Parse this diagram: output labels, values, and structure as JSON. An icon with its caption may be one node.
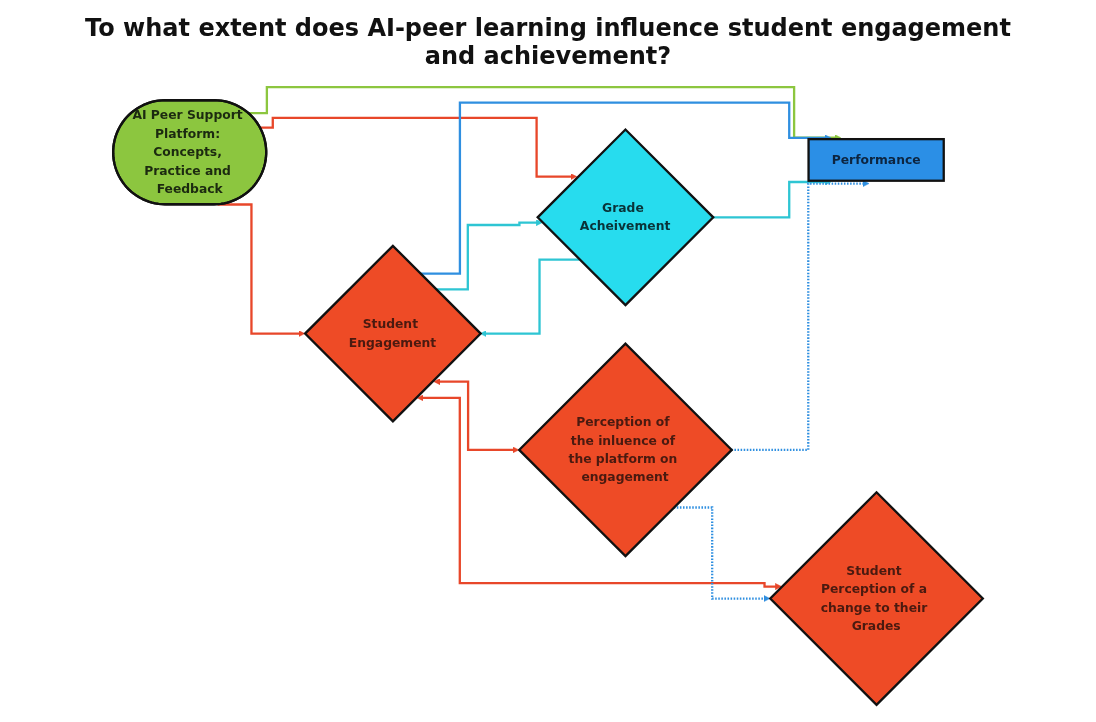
{
  "diagram": {
    "title": "To what extent does AI-peer learning influence student engagement and achievement?",
    "nodes": [
      {
        "text": [
          "Perception of the inluence of the platform on engagement"
        ]
      },
      {
        "text": [
          "Student Engagement"
        ]
      },
      {
        "text": [
          "Student Perception of a change to their Grades"
        ]
      },
      {
        "text": [
          "AI Peer Support Platform: Concepts, Practice and Feedback"
        ]
      },
      {
        "text": [
          "Performance"
        ]
      },
      {
        "text": [
          "Grade Acheivement"
        ]
      }
    ],
    "edges": [
      {
        "from": 3,
        "to": 1,
        "arrow": "to",
        "color": "#e8472a"
      },
      {
        "from": 3,
        "to": 5,
        "arrow": "to",
        "color": "#e8472a"
      },
      {
        "from": 3,
        "to": 4,
        "arrow": "to",
        "color": "#8cc63f"
      },
      {
        "from": 1,
        "to": 4,
        "arrow": "to",
        "color": "#2f8fe0"
      },
      {
        "from": 1,
        "to": 0,
        "arrow": "both",
        "color": "#e8472a"
      },
      {
        "from": 1,
        "to": 2,
        "arrow": "both",
        "color": "#e8472a"
      },
      {
        "from": 5,
        "to": 1,
        "arrow": "to",
        "color": "#2ec5d3"
      },
      {
        "from": 1,
        "to": 5,
        "arrow": "to",
        "color": "#2ec5d3"
      },
      {
        "from": 5,
        "to": 4,
        "arrow": "to",
        "color": "#2ec5d3"
      },
      {
        "from": 0,
        "to": 2,
        "arrow": "to",
        "style": "dashed",
        "color": "#2f8fe0"
      },
      {
        "from": 0,
        "to": 4,
        "arrow": "to",
        "style": "dashed",
        "color": "#2f8fe0"
      }
    ]
  }
}
